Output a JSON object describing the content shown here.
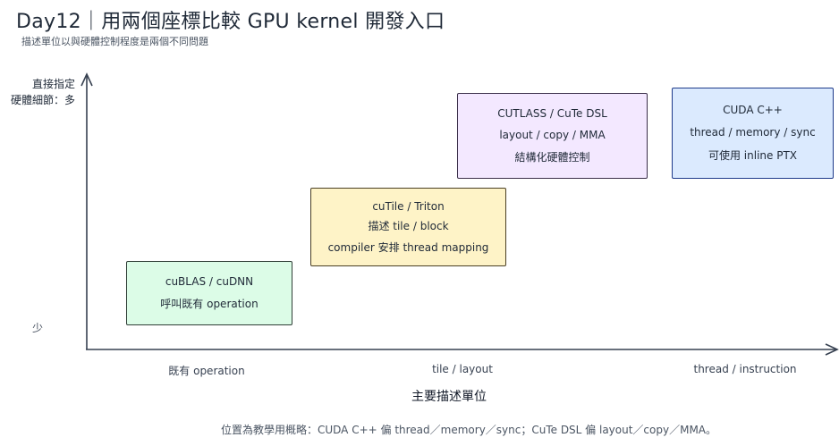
{
  "header": {
    "title": "Day12｜用兩個座標比較 GPU kernel 開發入口",
    "subtitle": "描述單位以與硬體控制程度是兩個不同問題"
  },
  "axes": {
    "y_label_top": "直接指定",
    "y_label_bottom": "硬體細節：多",
    "y_low": "少",
    "x_ticks": [
      "既有 operation",
      "tile / layout",
      "thread / instruction"
    ],
    "x_label": "主要描述單位"
  },
  "boxes": {
    "cublas": {
      "title": "cuBLAS / cuDNN",
      "line1": "呼叫既有 operation"
    },
    "cutile": {
      "title": "cuTile / Triton",
      "line1": "描述 tile / block",
      "line2": "compiler 安排 thread mapping"
    },
    "cutlass": {
      "title": "CUTLASS / CuTe DSL",
      "line1": "layout / copy / MMA",
      "line2": "結構化硬體控制"
    },
    "cuda": {
      "title": "CUDA C++",
      "line1": "thread / memory / sync",
      "line2": "可使用 inline PTX"
    }
  },
  "footnote": "位置為教學用概略：CUDA C++ 偏 thread／memory／sync；CuTe DSL 偏 layout／copy／MMA。",
  "colors": {
    "green_fill": "#dcfce7",
    "yellow_fill": "#fef3c7",
    "purple_fill": "#f3e8ff",
    "blue_fill": "#dbeafe",
    "axis": "#374151"
  }
}
